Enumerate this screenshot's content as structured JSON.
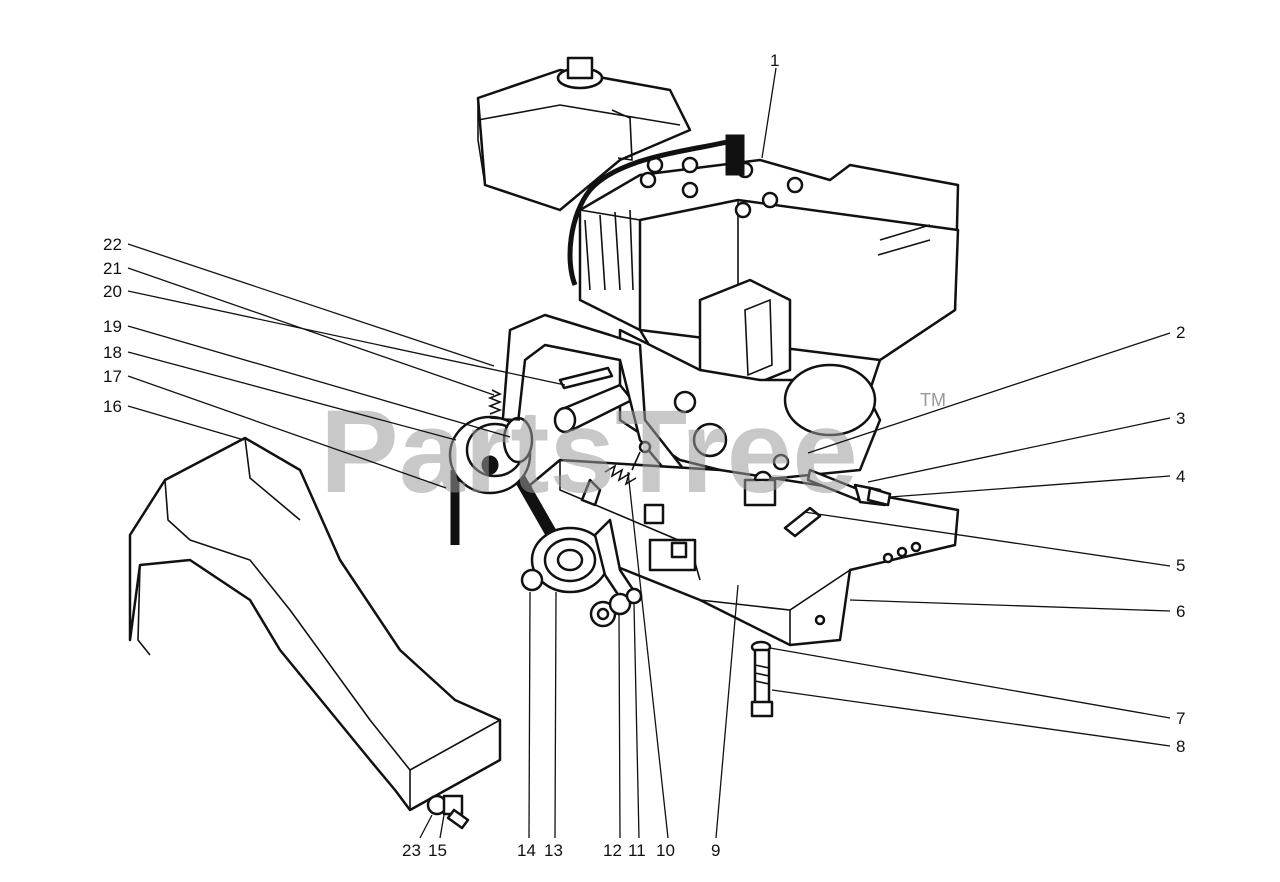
{
  "watermark": {
    "text": "PartsTree",
    "trademark": "TM"
  },
  "callouts": {
    "c1": "1",
    "c2": "2",
    "c3": "3",
    "c4": "4",
    "c5": "5",
    "c6": "6",
    "c7": "7",
    "c8": "8",
    "c9": "9",
    "c10": "10",
    "c11": "11",
    "c12": "12",
    "c13": "13",
    "c14": "14",
    "c15": "15",
    "c16": "16",
    "c17": "17",
    "c18": "18",
    "c19": "19",
    "c20": "20",
    "c21": "21",
    "c22": "22",
    "c23": "23"
  },
  "colors": {
    "ink": "#111111",
    "paper": "#ffffff",
    "watermark": "#9a9a9a"
  }
}
